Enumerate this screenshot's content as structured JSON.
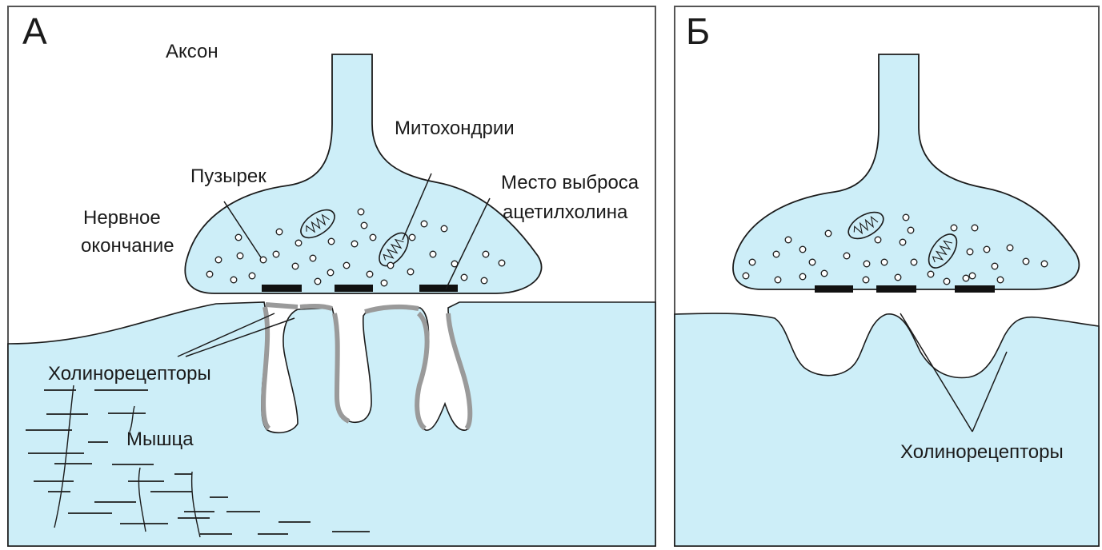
{
  "panels": {
    "a": {
      "letter": "А",
      "labels": {
        "axon": "Аксон",
        "mitochondria": "Митохондрии",
        "vesicle": "Пузырек",
        "release_line1": "Место выброса",
        "release_line2": "ацетилхолина",
        "nerve_line1": "Нервное",
        "nerve_line2": "окончание",
        "receptors": "Холинорецепторы",
        "muscle": "Мышца"
      }
    },
    "b": {
      "letter": "Б",
      "labels": {
        "receptors": "Холинорецепторы"
      }
    }
  },
  "colors": {
    "terminal_fill": "#cdeef8",
    "muscle_fill": "#cdeef8",
    "outline": "#1b1b1b",
    "active_zone": "#111111",
    "fold_gray": "#9a9a9a"
  }
}
